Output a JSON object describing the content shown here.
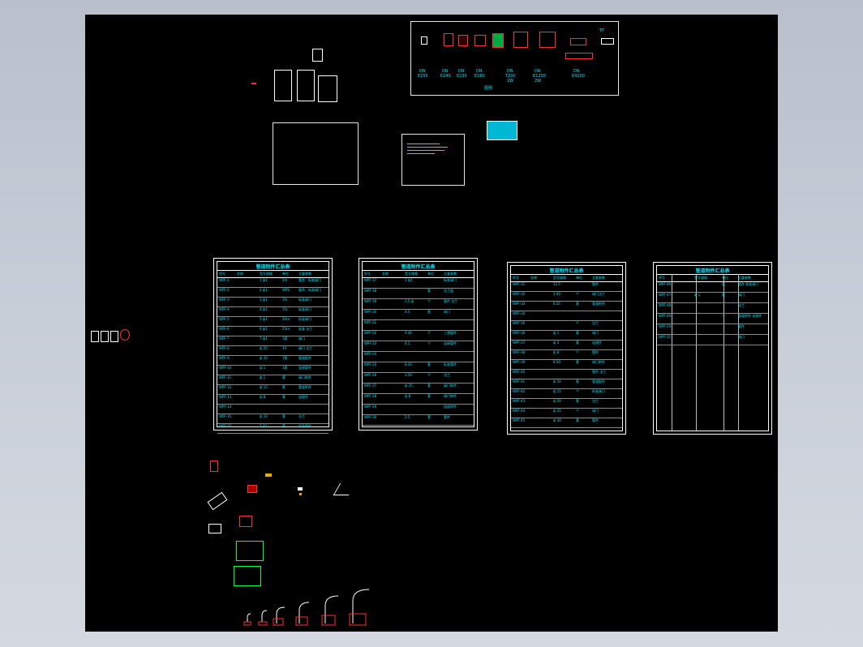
{
  "viewport": {
    "background": "#000000",
    "frame_color": "#e6e6e6",
    "accent": "#00e5ff",
    "symbol_red": "#ff3030",
    "symbol_green": "#00ff40"
  },
  "top_sheet": {
    "labels": [
      "DN",
      "DN",
      "DN",
      "DN",
      "DN",
      "DN",
      "DN"
    ],
    "dims": [
      "E255",
      "E240",
      "E230",
      "E280",
      "T200",
      "E1200",
      "E4100"
    ],
    "dims2": [
      "",
      "",
      "",
      "",
      "2W",
      "2W",
      ""
    ],
    "footer": "图例"
  },
  "tables": [
    {
      "title": "管道附件汇总表",
      "headers": [
        "序号",
        "名称",
        "型号规格",
        "单位",
        "主要参数"
      ],
      "rows": [
        [
          "WPF-1",
          "",
          "1 ф1",
          "2m",
          "管件、标准阀门"
        ],
        [
          "WPF-2",
          "",
          "2 ф1",
          "WPS",
          "管件、标准阀门"
        ],
        [
          "WPF-3",
          "",
          "3 ф1",
          "1%",
          "标准阀门"
        ],
        [
          "WPF-4",
          "",
          "4 ф1",
          "1%",
          "标准阀门"
        ],
        [
          "WPF-5",
          "",
          "5 ф1",
          "20m",
          "标准阀门"
        ],
        [
          "WPF-6",
          "",
          "6 ф1",
          "25m",
          "标准 法兰"
        ],
        [
          "WPF-7",
          "",
          "7 ф1",
          "1套",
          "阀门"
        ],
        [
          "WPF-8",
          "",
          "ф.25",
          "10",
          "阀门 法兰"
        ],
        [
          "WPF-9",
          "",
          "ф.10",
          "1套",
          "管道配件"
        ],
        [
          "WPF-10",
          "",
          "ф.1",
          "1套",
          "连接管件"
        ],
        [
          "WPF-11",
          "",
          "ф.1",
          "套",
          "阀门附件"
        ],
        [
          "WPF-12",
          "",
          "ф.15",
          "套",
          "管道附件"
        ],
        [
          "WPF-13",
          "",
          "ф.8",
          "套",
          "连接件"
        ],
        [
          "WPF-14",
          "",
          "",
          "",
          ""
        ],
        [
          "WPF-15",
          "",
          "ф 10",
          "套",
          "法兰"
        ],
        [
          "WPF-16",
          "",
          "2 ф1",
          "套",
          "标准管件"
        ]
      ]
    },
    {
      "title": "管道附件汇总表",
      "headers": [
        "序号",
        "名称",
        "型号规格",
        "单位",
        "主要参数"
      ],
      "rows": [
        [
          "WPF-17",
          "",
          "1 ф1",
          "",
          "标准阀门"
        ],
        [
          "WPF-18",
          "",
          "",
          "套",
          "法兰盘"
        ],
        [
          "WPF-19",
          "",
          "1.5 ф",
          "个",
          "管件 法兰"
        ],
        [
          "WPF-20",
          "",
          "4.5",
          "套",
          "阀门"
        ],
        [
          "WPF-21",
          "",
          "",
          "",
          ""
        ],
        [
          "WPF-22",
          "",
          "4.40",
          "个",
          "三通管件"
        ],
        [
          "WPF-23",
          "",
          "4.1",
          "个",
          "连接管件"
        ],
        [
          "WPF-24",
          "",
          "",
          "",
          ""
        ],
        [
          "WPF-25",
          "",
          "8.20",
          "套",
          "标准管件"
        ],
        [
          "WPF-26",
          "",
          "1.50",
          "个",
          "法兰"
        ],
        [
          "WPF-27",
          "",
          "ф 25",
          "套",
          "阀门附件"
        ],
        [
          "WPF-28",
          "",
          "ф.8",
          "套",
          "阀门附件"
        ],
        [
          "WPF-29",
          "",
          "",
          "",
          "连接附件"
        ],
        [
          "WPF-30",
          "",
          "2.5",
          "套",
          "管件"
        ]
      ]
    },
    {
      "title": "管道附件汇总表",
      "headers": [
        "序号",
        "名称",
        "型号规格",
        "单位",
        "主要参数"
      ],
      "rows": [
        [
          "WPF-31",
          "",
          "12.5",
          "",
          "管件"
        ],
        [
          "WPF-32",
          "",
          "1.60",
          "个",
          "阀门法兰"
        ],
        [
          "WPF-33",
          "",
          "8.25",
          "套",
          "管道附件"
        ],
        [
          "WPF-34",
          "",
          "",
          "",
          ""
        ],
        [
          "WPF-35",
          "",
          "",
          "个",
          "法兰"
        ],
        [
          "WPF-36",
          "",
          "ф 1",
          "套",
          "阀门"
        ],
        [
          "WPF-37",
          "",
          "ф 5",
          "套",
          "连接件"
        ],
        [
          "WPF-38",
          "",
          "ф 8",
          "个",
          "管件"
        ],
        [
          "WPF-39",
          "",
          "8.50",
          "套",
          "阀门附件"
        ],
        [
          "WPF-40",
          "",
          "",
          "",
          "管件 法兰"
        ],
        [
          "WPF-41",
          "",
          "ф 10",
          "套",
          "管道配件"
        ],
        [
          "WPF-42",
          "",
          "ф 15",
          "个",
          "标准阀门"
        ],
        [
          "WPF-43",
          "",
          "ф 20",
          "套",
          "法兰"
        ],
        [
          "WPF-44",
          "",
          "ф 25",
          "个",
          "阀门"
        ],
        [
          "WPF-45",
          "",
          "ф 30",
          "套",
          "管件"
        ]
      ]
    },
    {
      "title": "管道附件汇总表",
      "headers": [
        "序号",
        "型号规格",
        "单位",
        "主要参数"
      ],
      "rows": [
        [
          "WPF-46",
          "",
          "套",
          "管件 标准阀门"
        ],
        [
          "WPF-47",
          "ф 1",
          "套",
          "阀门"
        ],
        [
          "WPF-48",
          "",
          "",
          "法兰"
        ],
        [
          "WPF-49",
          "",
          "个",
          "管道附件 连接件"
        ],
        [
          "WPF-50",
          "",
          "",
          "管件"
        ],
        [
          "WPF-51",
          "",
          "",
          "阀门"
        ]
      ]
    }
  ]
}
